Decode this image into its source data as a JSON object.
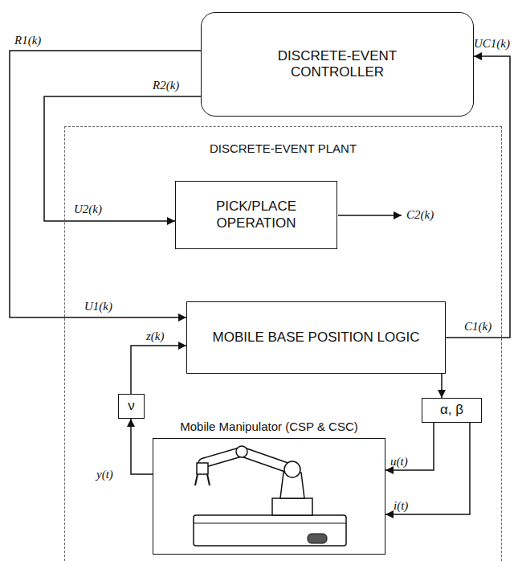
{
  "diagram": {
    "nodes": [
      {
        "text": [
          "DISCRETE-EVENT CONTROLLER"
        ]
      },
      {
        "text": [
          "DISCRETE-EVENT PLANT"
        ]
      },
      {
        "text": [
          "PICK/PLACE OPERATION"
        ],
        "in": 1
      },
      {
        "text": [
          "MOBILE BASE POSITION LOGIC"
        ],
        "in": 1
      },
      {
        "text": [
          "ν"
        ],
        "in": 1
      },
      {
        "text": [
          "α, β"
        ],
        "in": 1
      },
      {
        "text": [
          "Mobile Manipulator (CSP & CSC)"
        ],
        "in": 1
      }
    ],
    "edges": [
      {
        "from": 0,
        "to": 3,
        "arrow": "to"
      },
      {
        "from": 0,
        "to": 2,
        "arrow": "to"
      },
      {
        "from": 3,
        "to": 0,
        "arrow": "to"
      },
      {
        "from": 3,
        "to": 5,
        "arrow": "to"
      },
      {
        "from": 5,
        "to": 6,
        "arrow": "to"
      },
      {
        "from": 5,
        "to": 6,
        "arrow": "to"
      },
      {
        "from": 6,
        "to": 4,
        "arrow": "to"
      },
      {
        "from": 4,
        "to": 3,
        "arrow": "to"
      }
    ],
    "labels": [
      "R1(k)",
      "R2(k)",
      "UC1(k)",
      "U2(k)",
      "C2(k)",
      "U1(k)",
      "C1(k)",
      "z(k)",
      "y(t)",
      "u(t)",
      "i(t)"
    ]
  }
}
